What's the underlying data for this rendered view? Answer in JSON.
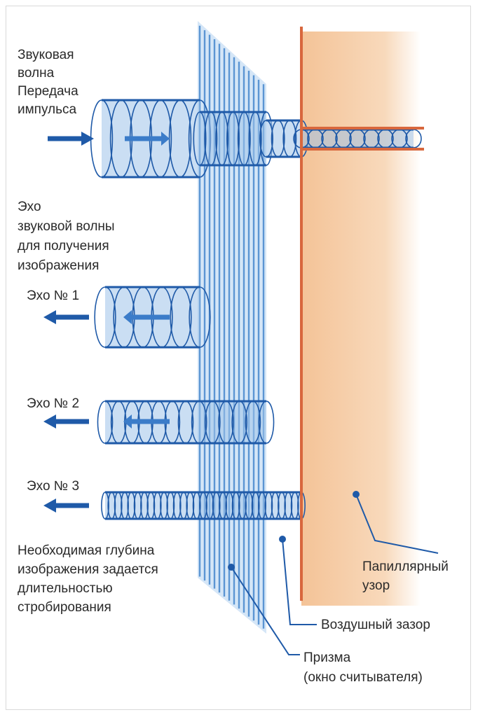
{
  "labels": {
    "sound_wave_1": "Звуковая",
    "sound_wave_2": "волна",
    "sound_wave_3": "Передача",
    "sound_wave_4": "импульса",
    "echo_1": "Эхо",
    "echo_2": "звуковой волны",
    "echo_3": "для получения",
    "echo_4": "изображения",
    "echo_no1": "Эхо № 1",
    "echo_no2": "Эхо № 2",
    "echo_no3": "Эхо № 3",
    "depth_1": "Необходимая глубина",
    "depth_2": "изображения задается",
    "depth_3": "длительностью",
    "depth_4": "стробирования",
    "papillary_1": "Папиллярный",
    "papillary_2": "узор",
    "air_gap": "Воздушный зазор",
    "prism_1": "Призма",
    "prism_2": "(окно считывателя)"
  },
  "colors": {
    "blue": "#1f5aa8",
    "light_blue": "#9fc3ea",
    "prism_stripe": "#5b95d3",
    "orange": "#d8673d",
    "skin": "#f6cba2",
    "text": "#2a2a2a"
  }
}
